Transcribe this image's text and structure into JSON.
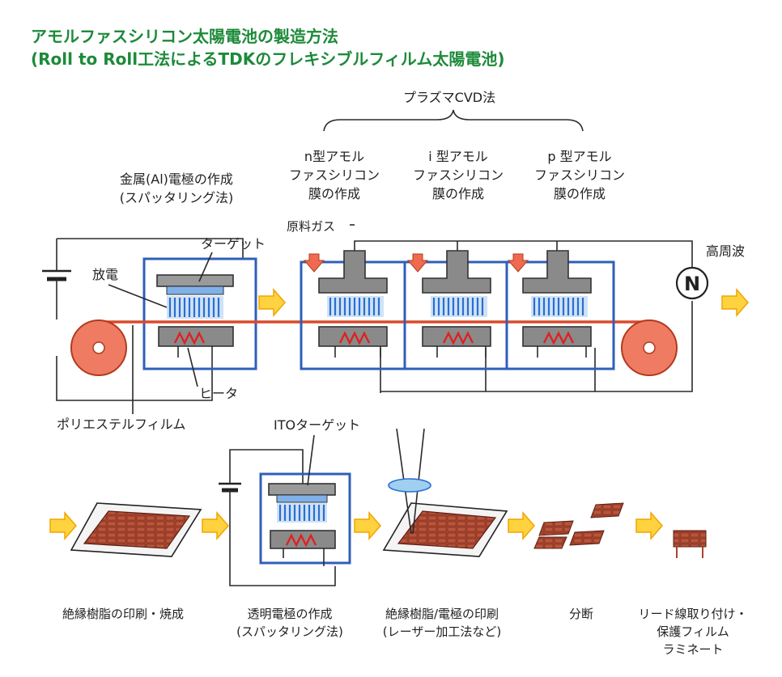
{
  "title": {
    "line1": "アモルファスシリコン太陽電池の製造方法",
    "line2": "(Roll to Roll工法によるTDKのフレキシブルフィルム太陽電池)"
  },
  "labels": {
    "plasma_cvd": "プラズマCVD法",
    "n_layer": [
      "n型アモル",
      "ファスシリコン",
      "膜の作成"
    ],
    "i_layer": [
      "i 型アモル",
      "ファスシリコン",
      "膜の作成"
    ],
    "p_layer": [
      "p 型アモル",
      "ファスシリコン",
      "膜の作成"
    ],
    "metal_electrode": [
      "金属(Al)電極の作成",
      "(スパッタリング法)"
    ],
    "source_gas": "原料ガス",
    "target": "ターゲット",
    "discharge": "放電",
    "heater": "ヒータ",
    "high_freq": "高周波",
    "ac_symbol": "N",
    "polyester_film": "ポリエステルフィルム",
    "ito_target": "ITOターゲット"
  },
  "steps": [
    {
      "label": [
        "絶縁樹脂の印刷・焼成"
      ]
    },
    {
      "label": [
        "透明電極の作成",
        "(スパッタリング法)"
      ]
    },
    {
      "label": [
        "絶縁樹脂/電極の印刷",
        "(レーザー加工法など)"
      ]
    },
    {
      "label": [
        "分断"
      ]
    },
    {
      "label": [
        "リード線取り付け・",
        "保護フィルム",
        "ラミネート"
      ]
    }
  ],
  "colors": {
    "title": "#1d8a3a",
    "film": "#d94b2b",
    "chamber": "#2f5fb8",
    "plasma": "#4a8ad8",
    "arrow": "#ffd23f",
    "heater": "#e02020",
    "panel": "#a8442e"
  }
}
